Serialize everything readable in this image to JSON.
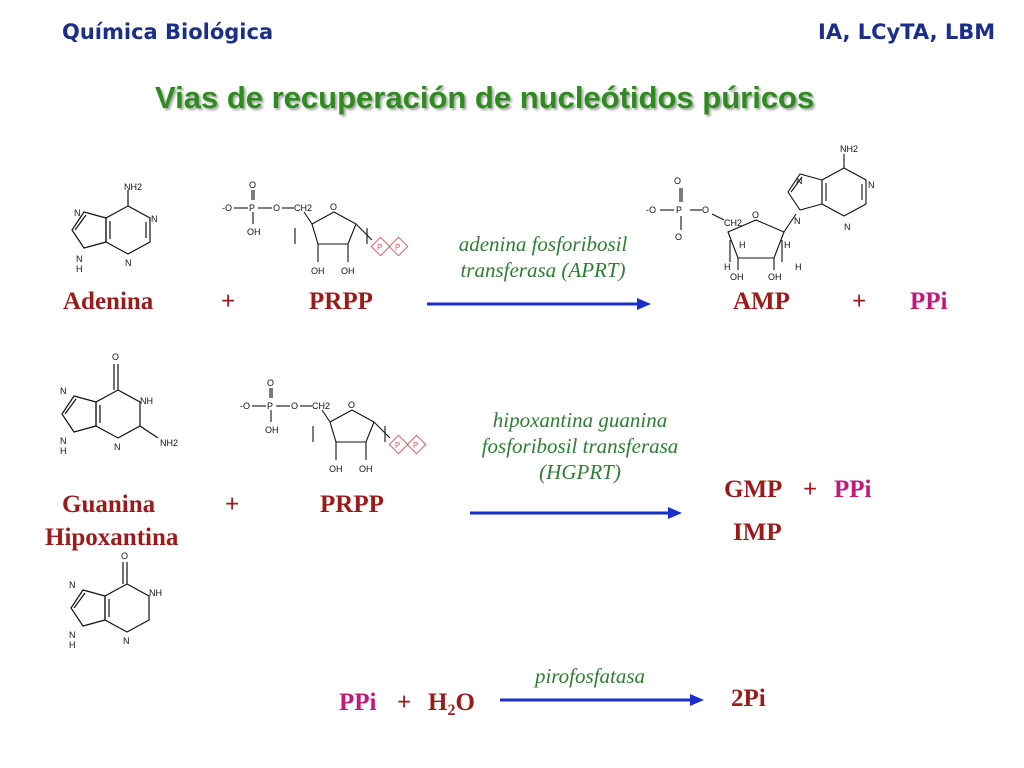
{
  "header": {
    "left": "Química Biológica",
    "right": "IA, LCyTA, LBM"
  },
  "title": "Vias de recuperación de nucleótidos púricos",
  "reaction1": {
    "substrate": "Adenina",
    "plus1": "+",
    "cosubstrate": "PRPP",
    "enzyme_line1": "adenina fosforibosil",
    "enzyme_line2": "transferasa (APRT)",
    "product": "AMP",
    "plus2": "+",
    "byproduct": "PPi"
  },
  "reaction2": {
    "substrate1": "Guanina",
    "substrate2": "Hipoxantina",
    "plus1": "+",
    "cosubstrate": "PRPP",
    "enzyme_line1": "hipoxantina guanina",
    "enzyme_line2": "fosforibosil transferasa",
    "enzyme_line3": "(HGPRT)",
    "product1": "GMP",
    "plus2": "+",
    "byproduct": "PPi",
    "product2": "IMP"
  },
  "reaction3": {
    "substrate": "PPi",
    "plus": "+",
    "water_h": "H",
    "water_sub": "2",
    "water_o": "O",
    "enzyme": "pirofosfatasa",
    "product": "2Pi"
  },
  "structure_labels": {
    "nh2": "NH2",
    "n": "N",
    "nh": "NH",
    "h": "H",
    "o": "O",
    "oh": "OH",
    "p": "P",
    "ch2": "CH2",
    "o_minus": "-O",
    "amp_o": "O"
  },
  "colors": {
    "header": "#1a2e8a",
    "title": "#2e8b1e",
    "label": "#9b1b1b",
    "pink": "#c2187a",
    "enzyme": "#2e7d32",
    "arrow": "#1a2ec8"
  }
}
